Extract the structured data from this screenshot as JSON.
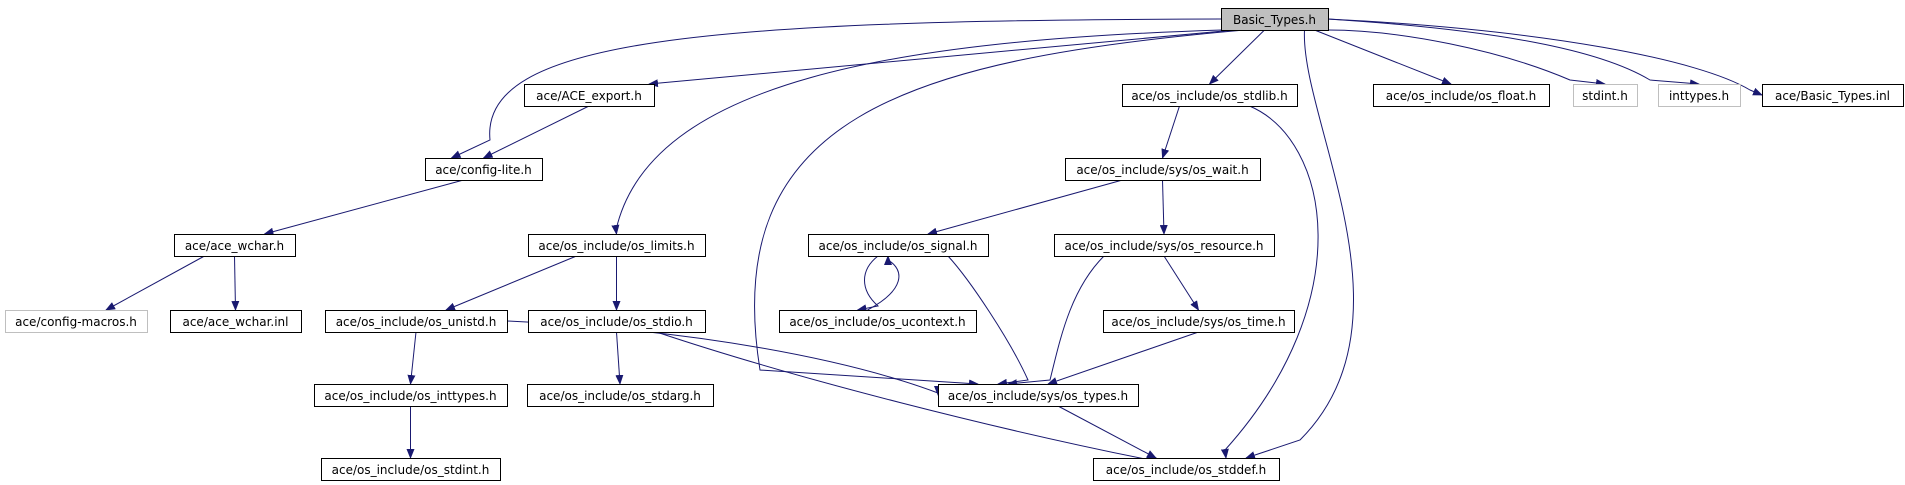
{
  "graph": {
    "root": "Basic_Types.h",
    "nodes": [
      {
        "id": "basic_types",
        "label": "Basic_Types.h",
        "style": "root"
      },
      {
        "id": "ace_export",
        "label": "ace/ACE_export.h",
        "style": "normal"
      },
      {
        "id": "os_stdlib",
        "label": "ace/os_include/os_stdlib.h",
        "style": "normal"
      },
      {
        "id": "os_float",
        "label": "ace/os_include/os_float.h",
        "style": "normal"
      },
      {
        "id": "stdint",
        "label": "stdint.h",
        "style": "external"
      },
      {
        "id": "inttypes",
        "label": "inttypes.h",
        "style": "external"
      },
      {
        "id": "basic_types_inl",
        "label": "ace/Basic_Types.inl",
        "style": "normal"
      },
      {
        "id": "config_lite",
        "label": "ace/config-lite.h",
        "style": "normal"
      },
      {
        "id": "os_wait",
        "label": "ace/os_include/sys/os_wait.h",
        "style": "normal"
      },
      {
        "id": "ace_wchar",
        "label": "ace/ace_wchar.h",
        "style": "normal"
      },
      {
        "id": "os_limits",
        "label": "ace/os_include/os_limits.h",
        "style": "normal"
      },
      {
        "id": "os_signal",
        "label": "ace/os_include/os_signal.h",
        "style": "normal"
      },
      {
        "id": "os_resource",
        "label": "ace/os_include/sys/os_resource.h",
        "style": "normal"
      },
      {
        "id": "config_macros",
        "label": "ace/config-macros.h",
        "style": "external"
      },
      {
        "id": "ace_wchar_inl",
        "label": "ace/ace_wchar.inl",
        "style": "normal"
      },
      {
        "id": "os_unistd",
        "label": "ace/os_include/os_unistd.h",
        "style": "normal"
      },
      {
        "id": "os_stdio",
        "label": "ace/os_include/os_stdio.h",
        "style": "normal"
      },
      {
        "id": "os_ucontext",
        "label": "ace/os_include/os_ucontext.h",
        "style": "normal"
      },
      {
        "id": "os_time",
        "label": "ace/os_include/sys/os_time.h",
        "style": "normal"
      },
      {
        "id": "os_inttypes",
        "label": "ace/os_include/os_inttypes.h",
        "style": "normal"
      },
      {
        "id": "os_stdarg",
        "label": "ace/os_include/os_stdarg.h",
        "style": "normal"
      },
      {
        "id": "os_types",
        "label": "ace/os_include/sys/os_types.h",
        "style": "normal"
      },
      {
        "id": "os_stdint",
        "label": "ace/os_include/os_stdint.h",
        "style": "normal"
      },
      {
        "id": "os_stddef",
        "label": "ace/os_include/os_stddef.h",
        "style": "normal"
      }
    ],
    "edges": [
      {
        "from": "basic_types",
        "to": "ace_export"
      },
      {
        "from": "basic_types",
        "to": "config_lite"
      },
      {
        "from": "basic_types",
        "to": "os_limits"
      },
      {
        "from": "basic_types",
        "to": "os_types"
      },
      {
        "from": "basic_types",
        "to": "os_stdlib"
      },
      {
        "from": "basic_types",
        "to": "os_stddef"
      },
      {
        "from": "basic_types",
        "to": "os_float"
      },
      {
        "from": "basic_types",
        "to": "stdint"
      },
      {
        "from": "basic_types",
        "to": "inttypes"
      },
      {
        "from": "basic_types",
        "to": "basic_types_inl"
      },
      {
        "from": "ace_export",
        "to": "config_lite"
      },
      {
        "from": "config_lite",
        "to": "ace_wchar"
      },
      {
        "from": "ace_wchar",
        "to": "config_macros"
      },
      {
        "from": "ace_wchar",
        "to": "ace_wchar_inl"
      },
      {
        "from": "os_limits",
        "to": "os_unistd"
      },
      {
        "from": "os_limits",
        "to": "os_stdio"
      },
      {
        "from": "os_unistd",
        "to": "os_inttypes"
      },
      {
        "from": "os_unistd",
        "to": "os_types"
      },
      {
        "from": "os_inttypes",
        "to": "os_stdint"
      },
      {
        "from": "os_stdio",
        "to": "os_stdarg"
      },
      {
        "from": "os_stdio",
        "to": "os_stddef"
      },
      {
        "from": "os_stdlib",
        "to": "os_wait"
      },
      {
        "from": "os_stdlib",
        "to": "os_stddef"
      },
      {
        "from": "os_wait",
        "to": "os_signal"
      },
      {
        "from": "os_wait",
        "to": "os_resource"
      },
      {
        "from": "os_signal",
        "to": "os_ucontext"
      },
      {
        "from": "os_ucontext",
        "to": "os_signal"
      },
      {
        "from": "os_signal",
        "to": "os_types"
      },
      {
        "from": "os_resource",
        "to": "os_time"
      },
      {
        "from": "os_resource",
        "to": "os_types"
      },
      {
        "from": "os_time",
        "to": "os_types"
      },
      {
        "from": "os_types",
        "to": "os_stddef"
      }
    ]
  },
  "colors": {
    "edge": "#191970",
    "root_fill": "#bfbfbf",
    "external_border": "#bfbfbf",
    "node_border": "#000000"
  }
}
